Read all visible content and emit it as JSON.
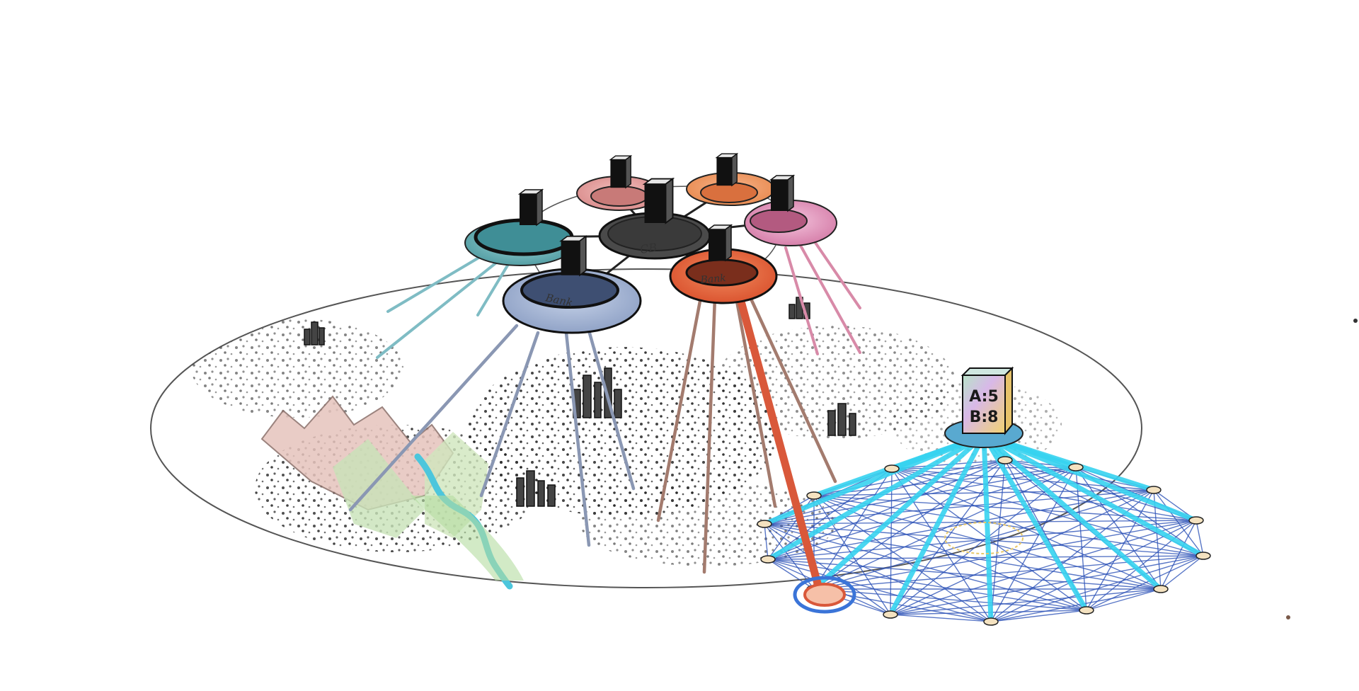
{
  "diagram": {
    "central_node_label": "CB",
    "bank_node_labels": [
      "Bank",
      "Bank"
    ],
    "ledger_box": {
      "line1": "A:5",
      "line2": "B:8"
    },
    "colors": {
      "central_bank": "#3a3a3a",
      "teal_bank": "#5fb3b8",
      "rose_bank": "#d98a8a",
      "orange_bank": "#e8894e",
      "pink_bank": "#d47aa6",
      "blue_bank": "#8c9fc4",
      "red_bank": "#e2603a",
      "cyan_network": "#37d3f0",
      "mesh_network": "#2f54b8",
      "mountain": "#d9a8a0",
      "river": "#6ad0e0",
      "valley": "#a9d69a"
    },
    "icons": [
      "server-icon",
      "building-cluster-icon",
      "mountain-icon",
      "river-icon",
      "ledger-box-icon"
    ]
  }
}
